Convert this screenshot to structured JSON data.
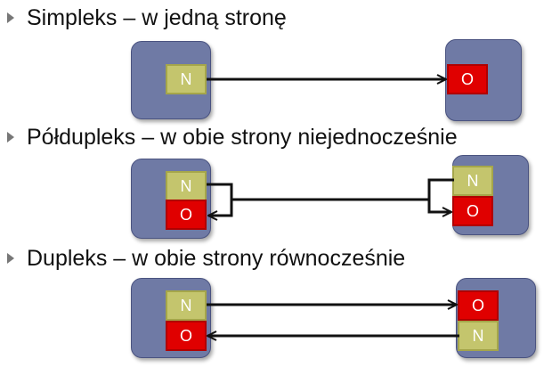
{
  "sections": [
    {
      "title": "Simpleks – w jedną stronę"
    },
    {
      "title": "Półdupleks – w obie strony niejednocześnie"
    },
    {
      "title": "Dupleks – w obie strony równocześnie"
    }
  ],
  "labels": {
    "sender": "N",
    "receiver": "O"
  },
  "colors": {
    "node": "#6f7aa5",
    "sender_box": "#c4c56d",
    "receiver_box": "#e00000",
    "bullet": "#777777"
  }
}
